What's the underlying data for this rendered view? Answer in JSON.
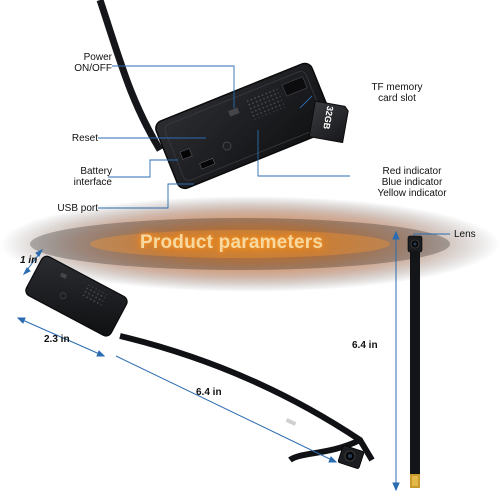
{
  "callouts": {
    "power": [
      "Power",
      "ON/OFF"
    ],
    "reset": "Reset",
    "battery": [
      "Battery",
      "interface"
    ],
    "usb": "USB port",
    "tf": [
      "TF memory",
      "card slot"
    ],
    "indicators": [
      "Red indicator",
      "Blue indicator",
      "Yellow indicator"
    ],
    "lens": "Lens"
  },
  "sd_card_text": "32GB",
  "headline": "Product parameters",
  "dimensions": {
    "width": "1 in",
    "length": "2.3 in",
    "cable_length": "6.4 in",
    "cable_height": "6.4 in"
  },
  "colors": {
    "glow": "#ff8a1a",
    "device": "#1b1c1f",
    "accent_line": "#2b6cb0"
  }
}
